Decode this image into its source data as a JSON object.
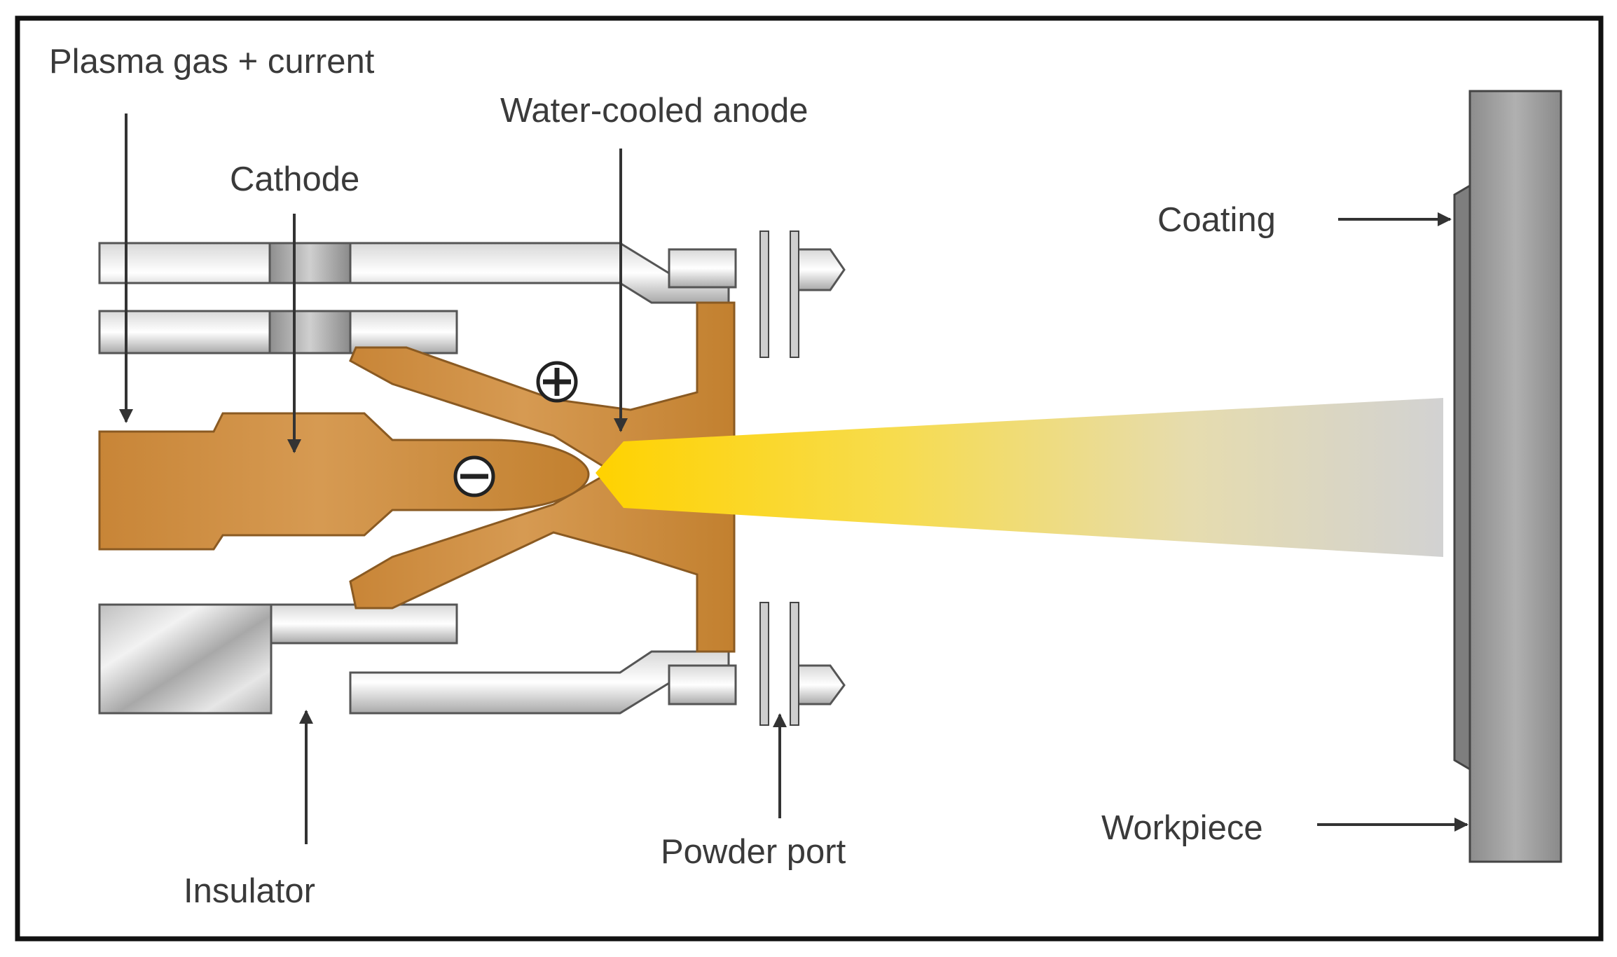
{
  "labels": {
    "plasma_gas": "Plasma gas + current",
    "cathode": "Cathode",
    "anode": "Water-cooled anode",
    "coating": "Coating",
    "workpiece": "Workpiece",
    "insulator": "Insulator",
    "powder_port": "Powder port"
  },
  "symbols": {
    "positive": "+",
    "negative": "−"
  },
  "colors": {
    "copper": "#c98838",
    "copper_dark": "#8a5a22",
    "steel_light": "#e4e4e4",
    "steel_dark": "#9a9a9a",
    "plume_hot": "#ffd60a",
    "plume_cool": "#d4d4d4",
    "workpiece": "#9b9b9b",
    "frame": "#111111"
  }
}
